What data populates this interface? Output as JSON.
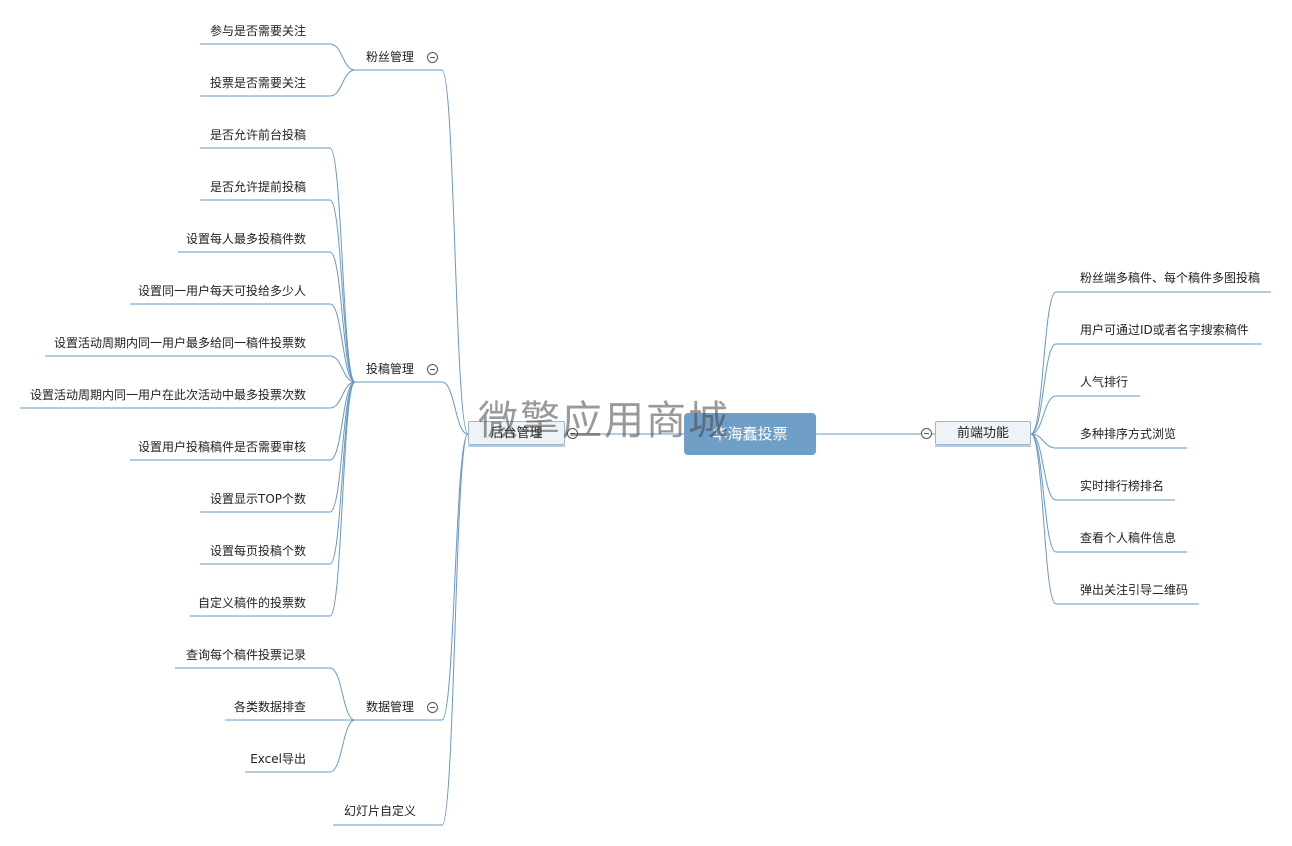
{
  "root": {
    "label": "华海蠢投票"
  },
  "watermark": "微擎应用商城",
  "left": {
    "label": "后台管理",
    "groups": [
      {
        "label": "粉丝管理",
        "items": [
          "参与是否需要关注",
          "投票是否需要关注"
        ]
      },
      {
        "label": "投稿管理",
        "items": [
          "是否允许前台投稿",
          "是否允许提前投稿",
          "设置每人最多投稿件数",
          "设置同一用户每天可投给多少人",
          "设置活动周期内同一用户最多给同一稿件投票数",
          "设置活动周期内同一用户在此次活动中最多投票次数",
          "设置用户投稿稿件是否需要审核",
          "设置显示TOP个数",
          "设置每页投稿个数",
          "自定义稿件的投票数"
        ]
      },
      {
        "label": "数据管理",
        "items": [
          "查询每个稿件投票记录",
          "各类数据排查",
          "Excel导出"
        ]
      },
      {
        "label": "幻灯片自定义",
        "items": []
      }
    ]
  },
  "right": {
    "label": "前端功能",
    "items": [
      "粉丝端多稿件、每个稿件多图投稿",
      "用户可通过ID或者名字搜索稿件",
      "人气排行",
      "多种排序方式浏览",
      "实时排行榜排名",
      "查看个人稿件信息",
      "弹出关注引导二维码"
    ]
  },
  "colors": {
    "line": "#6a98c0",
    "root_fill": "#6f9ec7",
    "node_fill": "#eef3f8"
  }
}
